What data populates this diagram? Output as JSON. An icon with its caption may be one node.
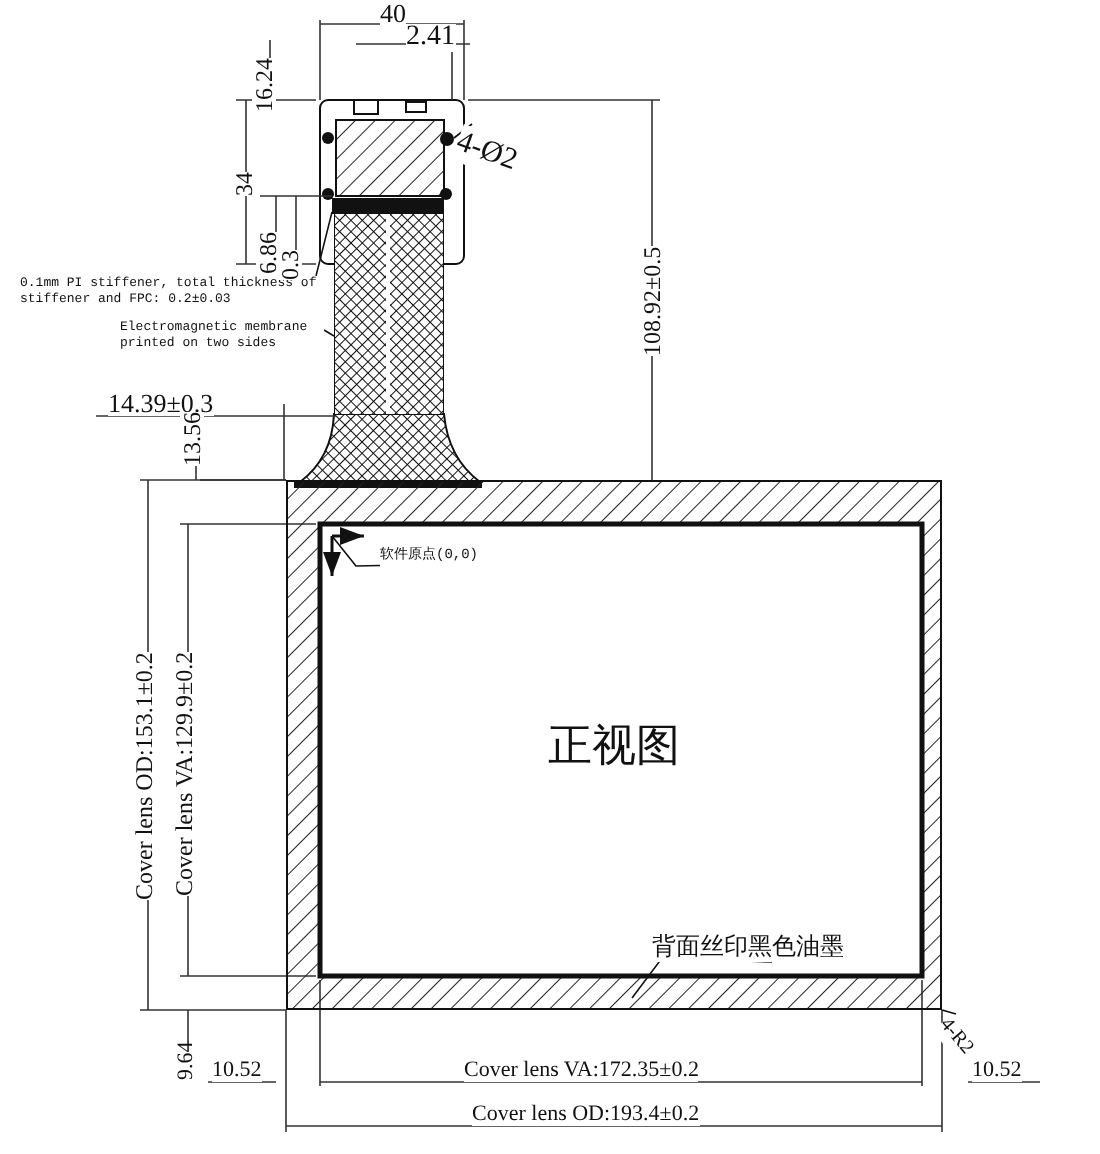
{
  "diagram": {
    "nodes": [
      {
        "text": [
          "4-Ø2"
        ]
      },
      {
        "text": [],
        "shape": "circle"
      },
      {
        "text": [
          "0.1mm PI stiffener, total thickness of stiffener and FPC: 0.2±0.03"
        ]
      },
      {
        "text": [],
        "shape": "bar"
      },
      {
        "text": [
          "Electromagnetic membrane printed on two sides"
        ]
      },
      {
        "text": [],
        "shape": "picture"
      },
      {
        "text": [
          "软件原点(0,0)"
        ],
        "in": 8
      },
      {
        "text": [
          "背面丝印黑色油墨"
        ],
        "in": 8
      },
      {
        "text": [],
        "shape": "box"
      },
      {
        "text": [
          "4-R2"
        ]
      }
    ],
    "edges": [
      {
        "from": 0,
        "to": 1,
        "arrow": "none"
      },
      {
        "from": 2,
        "to": 3,
        "arrow": "none"
      },
      {
        "from": 4,
        "to": 5,
        "arrow": "none"
      },
      {
        "from": 6,
        "to": 8,
        "arrow": "none"
      },
      {
        "from": 7,
        "to": 8,
        "arrow": "none"
      },
      {
        "from": 9,
        "to": 8,
        "arrow": "none"
      }
    ],
    "labels": [
      "40",
      "2.41",
      "16.24",
      "34",
      "108.92±0.5",
      "6.86",
      "0.3",
      "14.39±0.3",
      "13.56",
      "Cover lens OD:153.1±0.2",
      "Cover lens VA:129.9±0.2",
      "正视图",
      "9.64",
      "10.52",
      "Cover lens VA:172.35±0.2",
      "10.52",
      "Cover lens OD:193.4±0.2"
    ]
  }
}
